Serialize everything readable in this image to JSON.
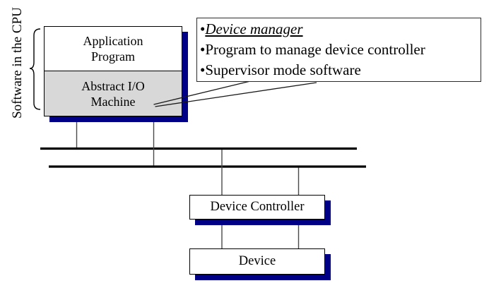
{
  "side_label": "Software in the CPU",
  "cpu_stack": {
    "application_line1": "Application",
    "application_line2": "Program",
    "abstract_line1": "Abstract I/O",
    "abstract_line2": "Machine"
  },
  "callout": {
    "bullet": "•",
    "title": "Device manager",
    "items": [
      "Program to manage device controller",
      "Supervisor mode software"
    ]
  },
  "boxes": {
    "device_controller": "Device Controller",
    "device": "Device"
  },
  "colors": {
    "shadow_navy": "#000086",
    "abstract_fill": "#d8d8d8",
    "bus_black": "#000000",
    "connector_gray": "#4a4a4a"
  }
}
